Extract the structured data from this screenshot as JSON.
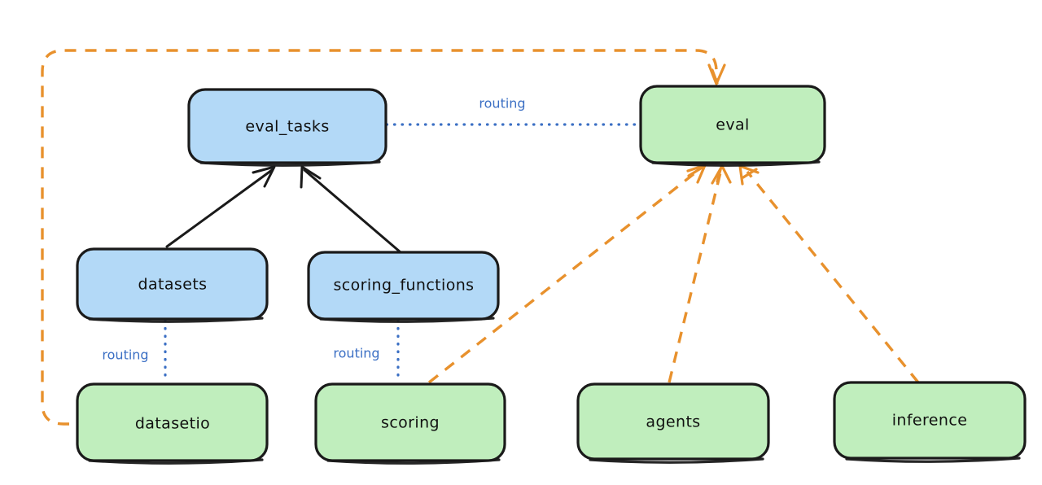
{
  "diagram": {
    "type": "flowchart",
    "style": "hand-drawn",
    "background": "#ffffff",
    "colors": {
      "api_fill": "#b3d9f7",
      "provider_fill": "#c0eebd",
      "node_border": "#1a1a1a",
      "routing_blue": "#3b6fc4",
      "dependency_orange": "#e8912d"
    },
    "nodes": [
      {
        "id": "eval_tasks",
        "label": "eval_tasks",
        "kind": "api",
        "fill": "#b3d9f7"
      },
      {
        "id": "eval",
        "label": "eval",
        "kind": "provider",
        "fill": "#c0eebd"
      },
      {
        "id": "datasets",
        "label": "datasets",
        "kind": "api",
        "fill": "#b3d9f7"
      },
      {
        "id": "scoring_functions",
        "label": "scoring_functions",
        "kind": "api",
        "fill": "#b3d9f7"
      },
      {
        "id": "datasetio",
        "label": "datasetio",
        "kind": "provider",
        "fill": "#c0eebd"
      },
      {
        "id": "scoring",
        "label": "scoring",
        "kind": "provider",
        "fill": "#c0eebd"
      },
      {
        "id": "agents",
        "label": "agents",
        "kind": "provider",
        "fill": "#c0eebd"
      },
      {
        "id": "inference",
        "label": "inference",
        "kind": "provider",
        "fill": "#c0eebd"
      }
    ],
    "edges": [
      {
        "from": "eval_tasks",
        "to": "eval",
        "label": "routing",
        "style": "dotted",
        "color": "#3b6fc4"
      },
      {
        "from": "datasets",
        "to": "datasetio",
        "label": "routing",
        "style": "dotted",
        "color": "#3b6fc4"
      },
      {
        "from": "scoring_functions",
        "to": "scoring",
        "label": "routing",
        "style": "dotted",
        "color": "#3b6fc4"
      },
      {
        "from": "datasets",
        "to": "eval_tasks",
        "label": "",
        "style": "solid",
        "color": "#1a1a1a"
      },
      {
        "from": "scoring_functions",
        "to": "eval_tasks",
        "label": "",
        "style": "solid",
        "color": "#1a1a1a"
      },
      {
        "from": "datasetio",
        "to": "eval",
        "label": "",
        "style": "dashed",
        "color": "#e8912d"
      },
      {
        "from": "scoring",
        "to": "eval",
        "label": "",
        "style": "dashed",
        "color": "#e8912d"
      },
      {
        "from": "agents",
        "to": "eval",
        "label": "",
        "style": "dashed",
        "color": "#e8912d"
      },
      {
        "from": "inference",
        "to": "eval",
        "label": "",
        "style": "dashed",
        "color": "#e8912d"
      }
    ],
    "edge_labels": {
      "routing": "routing"
    }
  }
}
